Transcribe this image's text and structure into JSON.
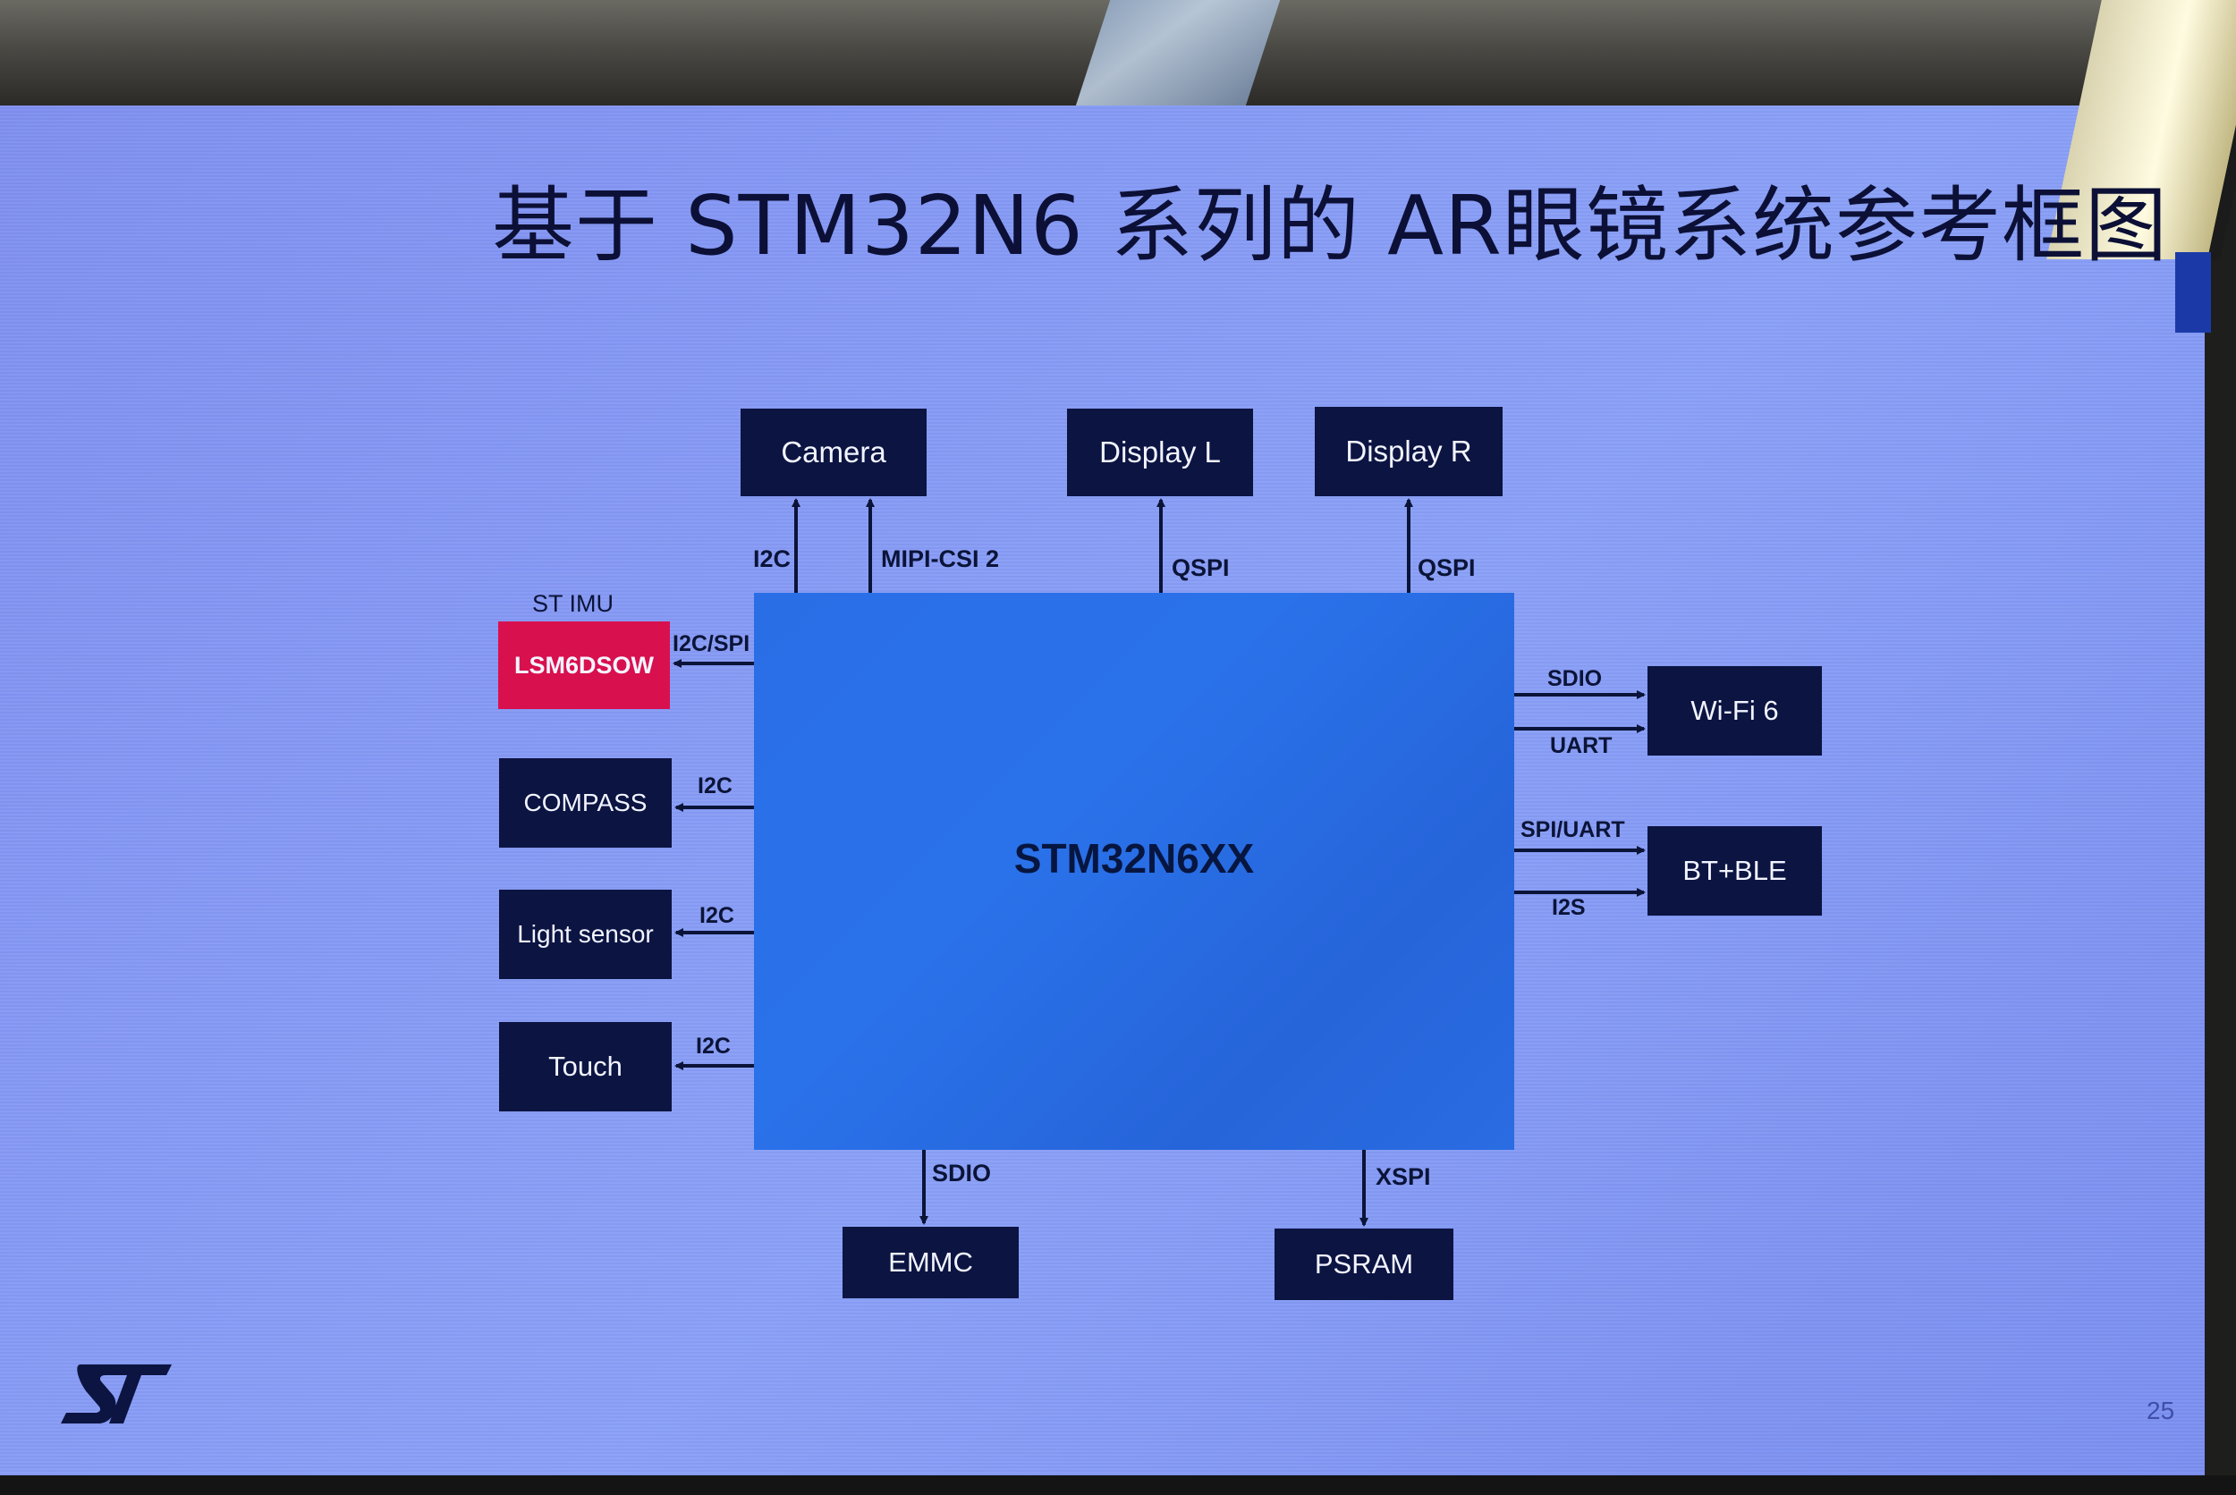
{
  "slide": {
    "title": "基于 STM32N6 系列的 AR眼镜系统参考框图",
    "page_number": "25",
    "logo": "ST"
  },
  "colors": {
    "slide_background": "#8497f4",
    "block_fill": "#0c1442",
    "imu_fill": "#d9104e",
    "mcu_fill": "#2a6ee6",
    "text_dark": "#0b1438"
  },
  "diagram": {
    "mcu": {
      "label": "STM32N6XX"
    },
    "imu_caption": "ST IMU",
    "blocks": {
      "camera": "Camera",
      "display_l": "Display L",
      "display_r": "Display R",
      "imu": "LSM6DSOW",
      "compass": "COMPASS",
      "light_sensor": "Light sensor",
      "touch": "Touch",
      "wifi": "Wi-Fi 6",
      "bt": "BT+BLE",
      "emmc": "EMMC",
      "psram": "PSRAM"
    },
    "links": {
      "camera_i2c": "I2C",
      "camera_mipi": "MIPI-CSI 2",
      "display_l_qspi": "QSPI",
      "display_r_qspi": "QSPI",
      "imu_bus": "I2C/SPI",
      "compass_bus": "I2C",
      "light_bus": "I2C",
      "touch_bus": "I2C",
      "wifi_sdio": "SDIO",
      "wifi_uart": "UART",
      "bt_spi_uart": "SPI/UART",
      "bt_i2s": "I2S",
      "emmc_sdio": "SDIO",
      "psram_xspi": "XSPI"
    }
  }
}
